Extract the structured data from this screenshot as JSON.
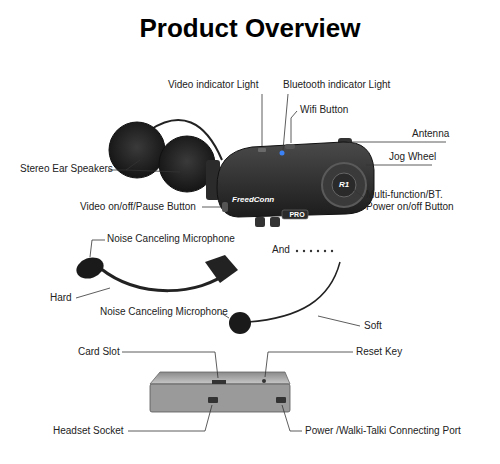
{
  "diagram": {
    "title": "Product Overview",
    "labels": [
      "Video indicator Light",
      "Bluetooth indicator Light",
      "Wifi Button",
      "Antenna",
      "Jog Wheel",
      "Stereo Ear Speakers",
      "Multi-function/BT. Power on/off Button",
      "Video on/off/Pause Button",
      "Noise Canceling Microphone",
      "And",
      "Hard",
      "Noise Canceling Microphone",
      "Soft",
      "Card Slot",
      "Reset Key",
      "Headset Socket",
      "Power /Walki-Talki Connecting Port",
      "FreedConn",
      "R1",
      "PRO"
    ]
  }
}
